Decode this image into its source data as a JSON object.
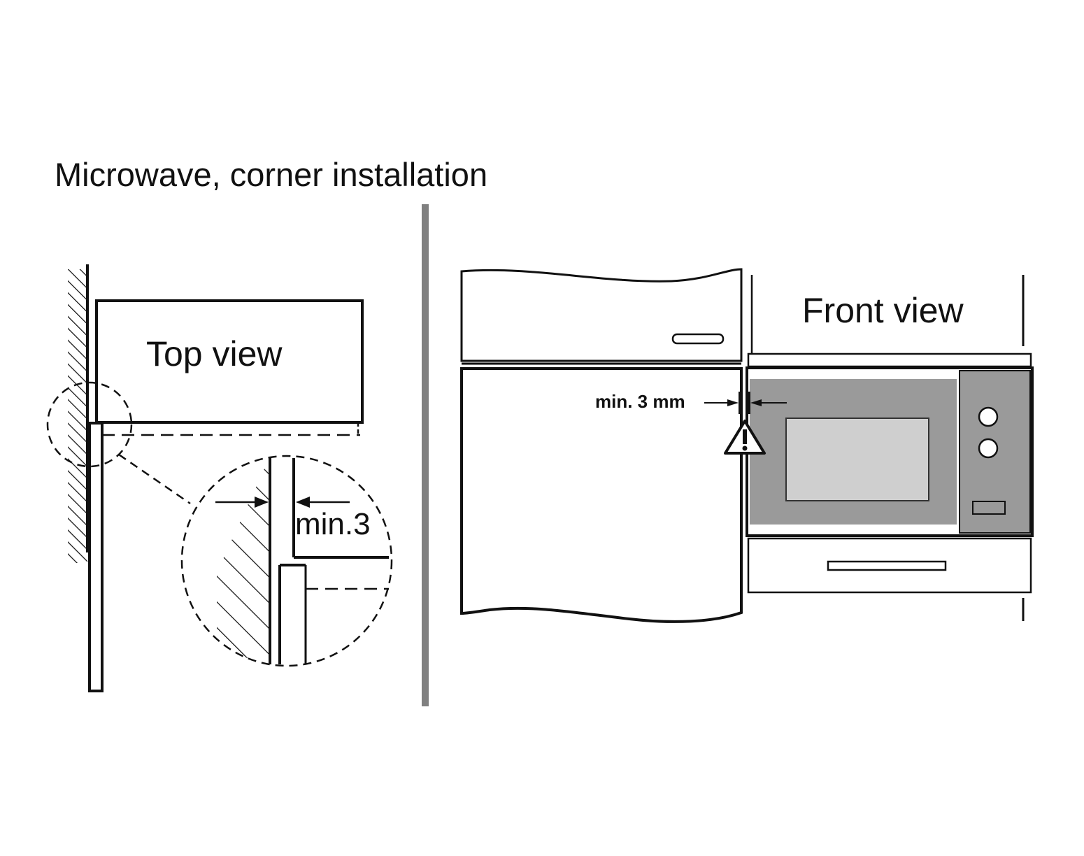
{
  "title": "Microwave, corner installation",
  "top_view": {
    "label": "Top view",
    "detail_label": "min.3"
  },
  "front_view": {
    "label": "Front view",
    "gap_label": "min. 3 mm"
  },
  "icons": {
    "warning": "warning-triangle-icon"
  },
  "colors": {
    "line": "#111111",
    "divider": "#808080",
    "microwave_body": "#9a9a9a",
    "microwave_window": "#cfcfcf"
  }
}
